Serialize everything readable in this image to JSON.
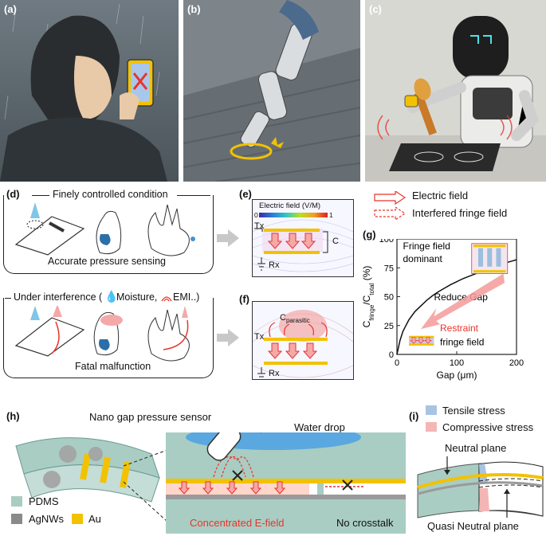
{
  "panels": {
    "a": "(a)",
    "b": "(b)",
    "c": "(c)",
    "d": "(d)",
    "e": "(e)",
    "f": "(f)",
    "g": "(g)",
    "h": "(h)",
    "i": "(i)"
  },
  "d": {
    "top_title": "Finely controlled condition",
    "top_caption": "Accurate pressure sensing",
    "bottom_title_prefix": "Under interference (",
    "moisture": "Moisture,",
    "emi": "EMI..)",
    "bottom_caption": "Fatal malfunction"
  },
  "e": {
    "colorbar_title": "Electric field (V/M)",
    "cb_min": "0",
    "cb_max": "1",
    "tx": "Tx",
    "rx": "Rx",
    "cap": "C"
  },
  "f": {
    "tx": "Tx",
    "rx": "Rx",
    "c_main": "C",
    "c_sub": "parasitic"
  },
  "legend": {
    "electric_field": "Electric field",
    "fringe_field": "Interfered fringe field"
  },
  "chart_data": {
    "type": "line",
    "title": "",
    "xlabel": "Gap (μm)",
    "ylabel_parts": [
      "C",
      "fringe",
      "/C",
      "total",
      " (%)"
    ],
    "xlim": [
      0,
      200
    ],
    "ylim": [
      0,
      100
    ],
    "xticks": [
      0,
      100,
      200
    ],
    "yticks": [
      0,
      25,
      50,
      75,
      100
    ],
    "x": [
      0,
      5,
      10,
      20,
      30,
      40,
      50,
      60,
      70,
      80,
      90,
      100,
      110,
      120,
      130,
      140,
      150,
      160,
      170,
      180,
      190,
      200
    ],
    "y": [
      0,
      12,
      20,
      30,
      37,
      42,
      47,
      51,
      54.5,
      57.5,
      60.5,
      63,
      65.5,
      67.5,
      69.5,
      71.5,
      73.5,
      75.5,
      77.5,
      79,
      80.5,
      82
    ],
    "annotations": {
      "fringe_dominant_1": "Fringe field",
      "fringe_dominant_2": "dominant",
      "reduce_gap": "Reduce Gap",
      "restraint_1": "Restraint",
      "restraint_2": "fringe field"
    }
  },
  "h": {
    "title": "Nano gap pressure sensor",
    "water_drop": "Water drop",
    "concentrated": "Concentrated E-field",
    "no_crosstalk": "No crosstalk",
    "legend": [
      {
        "label": "PDMS",
        "color": "#a9cdc3"
      },
      {
        "label": "AgNWs",
        "color": "#8a8a8a"
      },
      {
        "label": "Au",
        "color": "#f2c200"
      }
    ]
  },
  "i": {
    "tensile": "Tensile stress",
    "compressive": "Compressive stress",
    "neutral": "Neutral plane",
    "quasi": "Quasi Neutral plane",
    "tensile_color": "#a9c3e4",
    "compressive_color": "#f5b5b5"
  },
  "colors": {
    "accent_red": "#e8342b",
    "gold": "#f2c200"
  }
}
